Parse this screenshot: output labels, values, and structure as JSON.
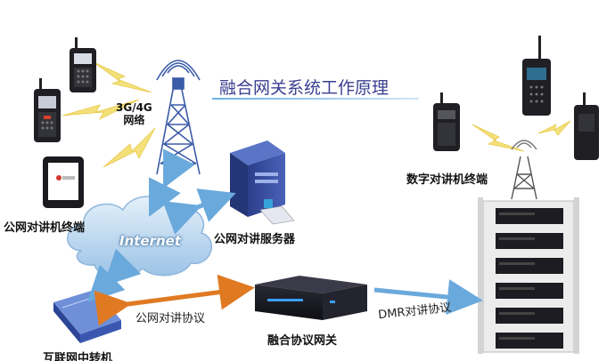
{
  "title": "融合网关系统工作原理",
  "labels": {
    "network": "3G/4G\n网络",
    "network_line1": "3G/4G",
    "network_line2": "网络",
    "public_terminal": "公网对讲机终端",
    "public_server": "公网对讲服务器",
    "internet": "Internet",
    "public_protocol": "公网对讲协议",
    "gateway": "融合协议网关",
    "dmr_protocol": "DMR对讲协议",
    "digital_terminal": "数字对讲机终端",
    "bottom_left_partial": "互联网中转机"
  },
  "colors": {
    "title": "#3a3f8f",
    "arrow_orange": "#e07a22",
    "arrow_blue": "#6aa9dc",
    "lightning": "#f3e07a",
    "cloud": "#b9d7ef",
    "tower": "#3b5aa8"
  }
}
